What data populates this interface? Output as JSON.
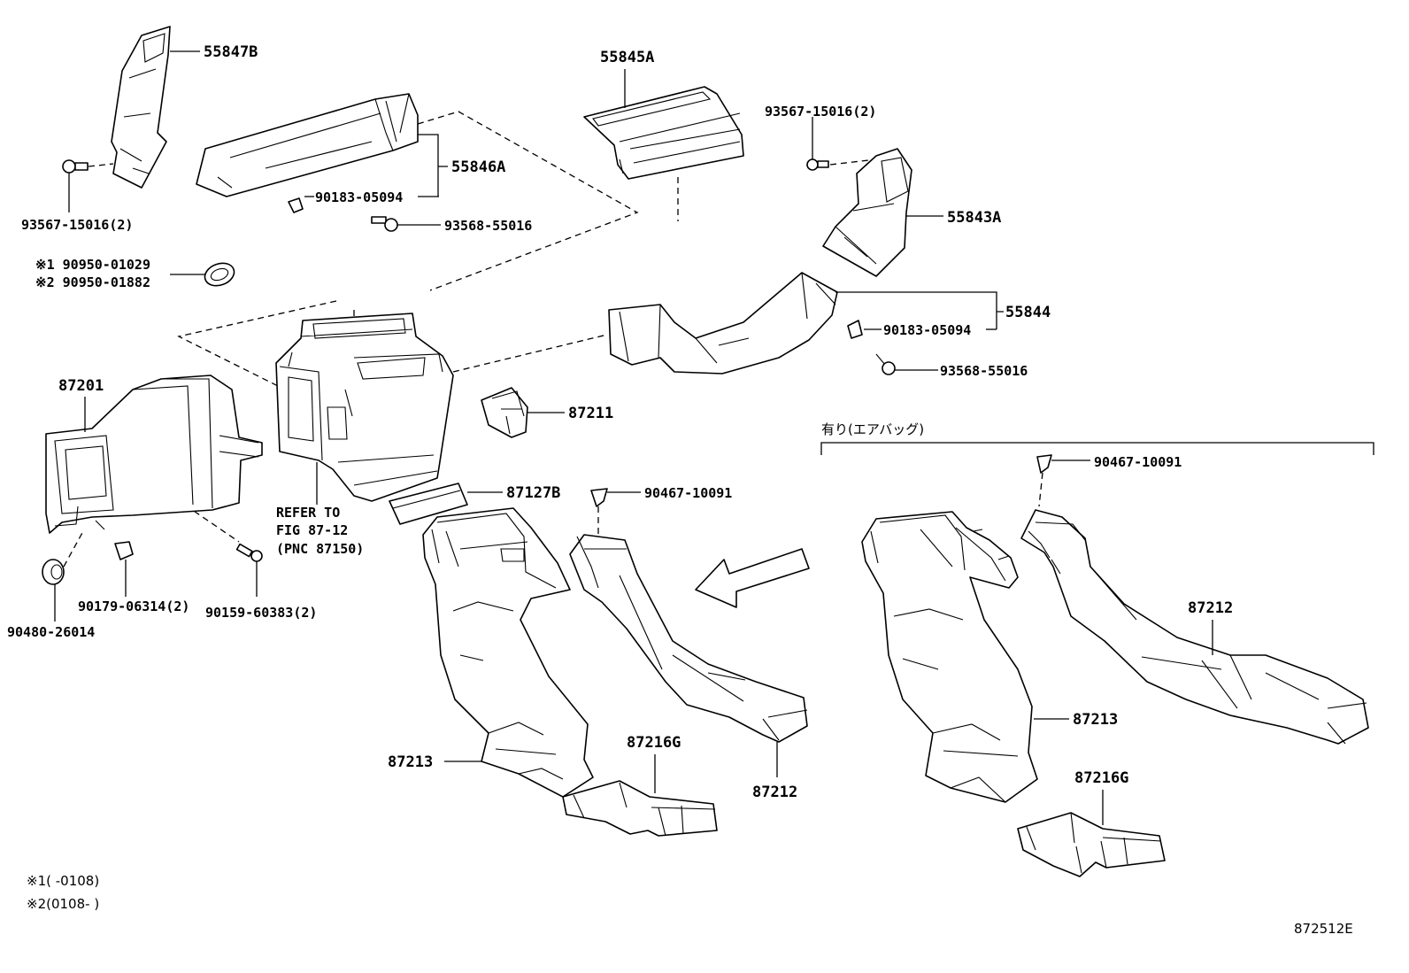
{
  "labels": {
    "p55847B": "55847B",
    "p55846A": "55846A",
    "p55845A": "55845A",
    "p55843A": "55843A",
    "p55844": "55844",
    "p87201": "87201",
    "p87211": "87211",
    "p87127B": "87127B",
    "p87213_left": "87213",
    "p87212_left": "87212",
    "p87216G_left": "87216G",
    "p87213_right": "87213",
    "p87212_right": "87212",
    "p87216G_right": "87216G",
    "b93567_left": "93567-15016(2)",
    "b93567_right": "93567-15016(2)",
    "b90183_upper": "90183-05094",
    "b90183_right": "90183-05094",
    "b93568_upper": "93568-55016",
    "b93568_right": "93568-55016",
    "gasket1": "※1 90950-01029",
    "gasket2": "※2 90950-01882",
    "clip_left": "90467-10091",
    "clip_right": "90467-10091",
    "b90179": "90179-06314(2)",
    "b90159": "90159-60383(2)",
    "b90480": "90480-26014",
    "refer1": "REFER TO",
    "refer2": "FIG 87-12",
    "refer3": "(PNC 87150)",
    "airbag_header": "有り(エアバッグ)",
    "footnote1": "※1(   -0108)",
    "footnote2": "※2(0108-   )",
    "figure_id": "872512E"
  }
}
